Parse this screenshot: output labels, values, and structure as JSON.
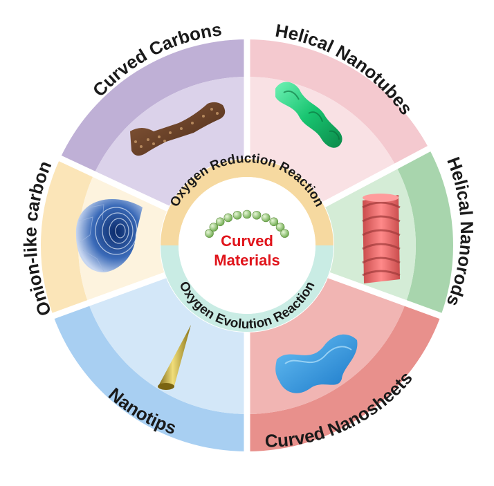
{
  "center": {
    "line1": "Curved",
    "line2": "Materials",
    "color": "#e0141b"
  },
  "inner_ring": {
    "top": "Oxygen Reduction Reaction",
    "bottom": "Oxygen Evolution Reaction",
    "top_color": "#f6d9a0",
    "bottom_color": "#c9ece4"
  },
  "segments": [
    {
      "label": "Curved Carbons",
      "outer": "#f4c9cf",
      "inner": "#f9e1e4",
      "icon": "carbon-nanotube-dumbbell"
    },
    {
      "label": "Helical Nanotubes",
      "outer": "#a8d5ad",
      "inner": "#d4ecd6",
      "icon": "green-helical-tube"
    },
    {
      "label": "Helical Nanorods",
      "outer": "#e8908c",
      "inner": "#f1b5b3",
      "icon": "pink-helical-rod"
    },
    {
      "label": "Curved Nanosheets",
      "outer": "#a8cff2",
      "inner": "#d3e7f8",
      "icon": "blue-wavy-sheet"
    },
    {
      "label": "Nanotips",
      "outer": "#fbe5b8",
      "inner": "#fdf3de",
      "icon": "gold-cone"
    },
    {
      "label": "Onion-like carbon",
      "outer": "#bfb0d6",
      "inner": "#dbd2ea",
      "icon": "onion-sphere"
    }
  ]
}
